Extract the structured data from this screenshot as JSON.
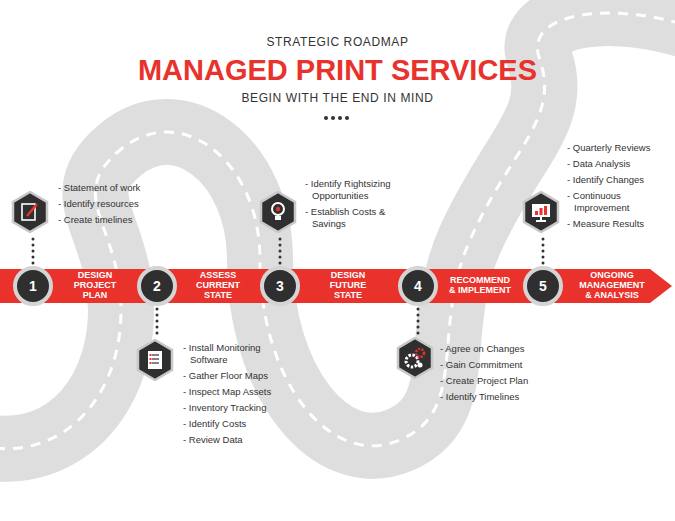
{
  "diagram": {
    "title": "MANAGED PRINT SERVICES",
    "nodes": [
      {
        "text": [
          "1"
        ]
      },
      {
        "text": [
          "DESIGN PROJECT PLAN"
        ]
      },
      {
        "text": [
          "- Statement of work",
          "- Identify resources",
          "- Create timelines"
        ]
      },
      {
        "text": [
          "2"
        ]
      },
      {
        "text": [
          "ASSESS CURRENT STATE"
        ]
      },
      {
        "text": [
          "- Install Monitoring Software",
          "- Gather Floor Maps",
          "- Inspect Map Assets",
          "- Inventory Tracking",
          "- Identify Costs",
          "- Review Data"
        ]
      },
      {
        "text": [
          "3"
        ]
      },
      {
        "text": [
          "DESIGN FUTURE STATE"
        ]
      },
      {
        "text": [
          "- Identify Rightsizing Opportunities",
          "- Establish Costs & Savings"
        ]
      },
      {
        "text": [
          "4"
        ]
      },
      {
        "text": [
          "RECOMMEND & IMPLEMENT"
        ]
      },
      {
        "text": [
          "- Agree on Changes",
          "- Gain Commitment",
          "- Create Project Plan",
          "- Identify Timelines"
        ]
      },
      {
        "text": [
          "5"
        ]
      },
      {
        "text": [
          "ONGOING MANAGEMENT & ANALYSIS"
        ]
      },
      {
        "text": [
          "- Quarterly Reviews",
          "- Data Analysis",
          "- Identify Changes",
          "- Continuous Improvement",
          "- Measure Results"
        ]
      }
    ],
    "edges": [
      {
        "from": 0,
        "to": 2,
        "arrow": "none"
      },
      {
        "from": 3,
        "to": 5,
        "arrow": "none"
      },
      {
        "from": 6,
        "to": 8,
        "arrow": "none"
      },
      {
        "from": 9,
        "to": 11,
        "arrow": "none"
      },
      {
        "from": 12,
        "to": 14,
        "arrow": "none"
      }
    ],
    "labels": [
      "STRATEGIC ROADMAP",
      "BEGIN WITH THE END IN MIND"
    ]
  }
}
